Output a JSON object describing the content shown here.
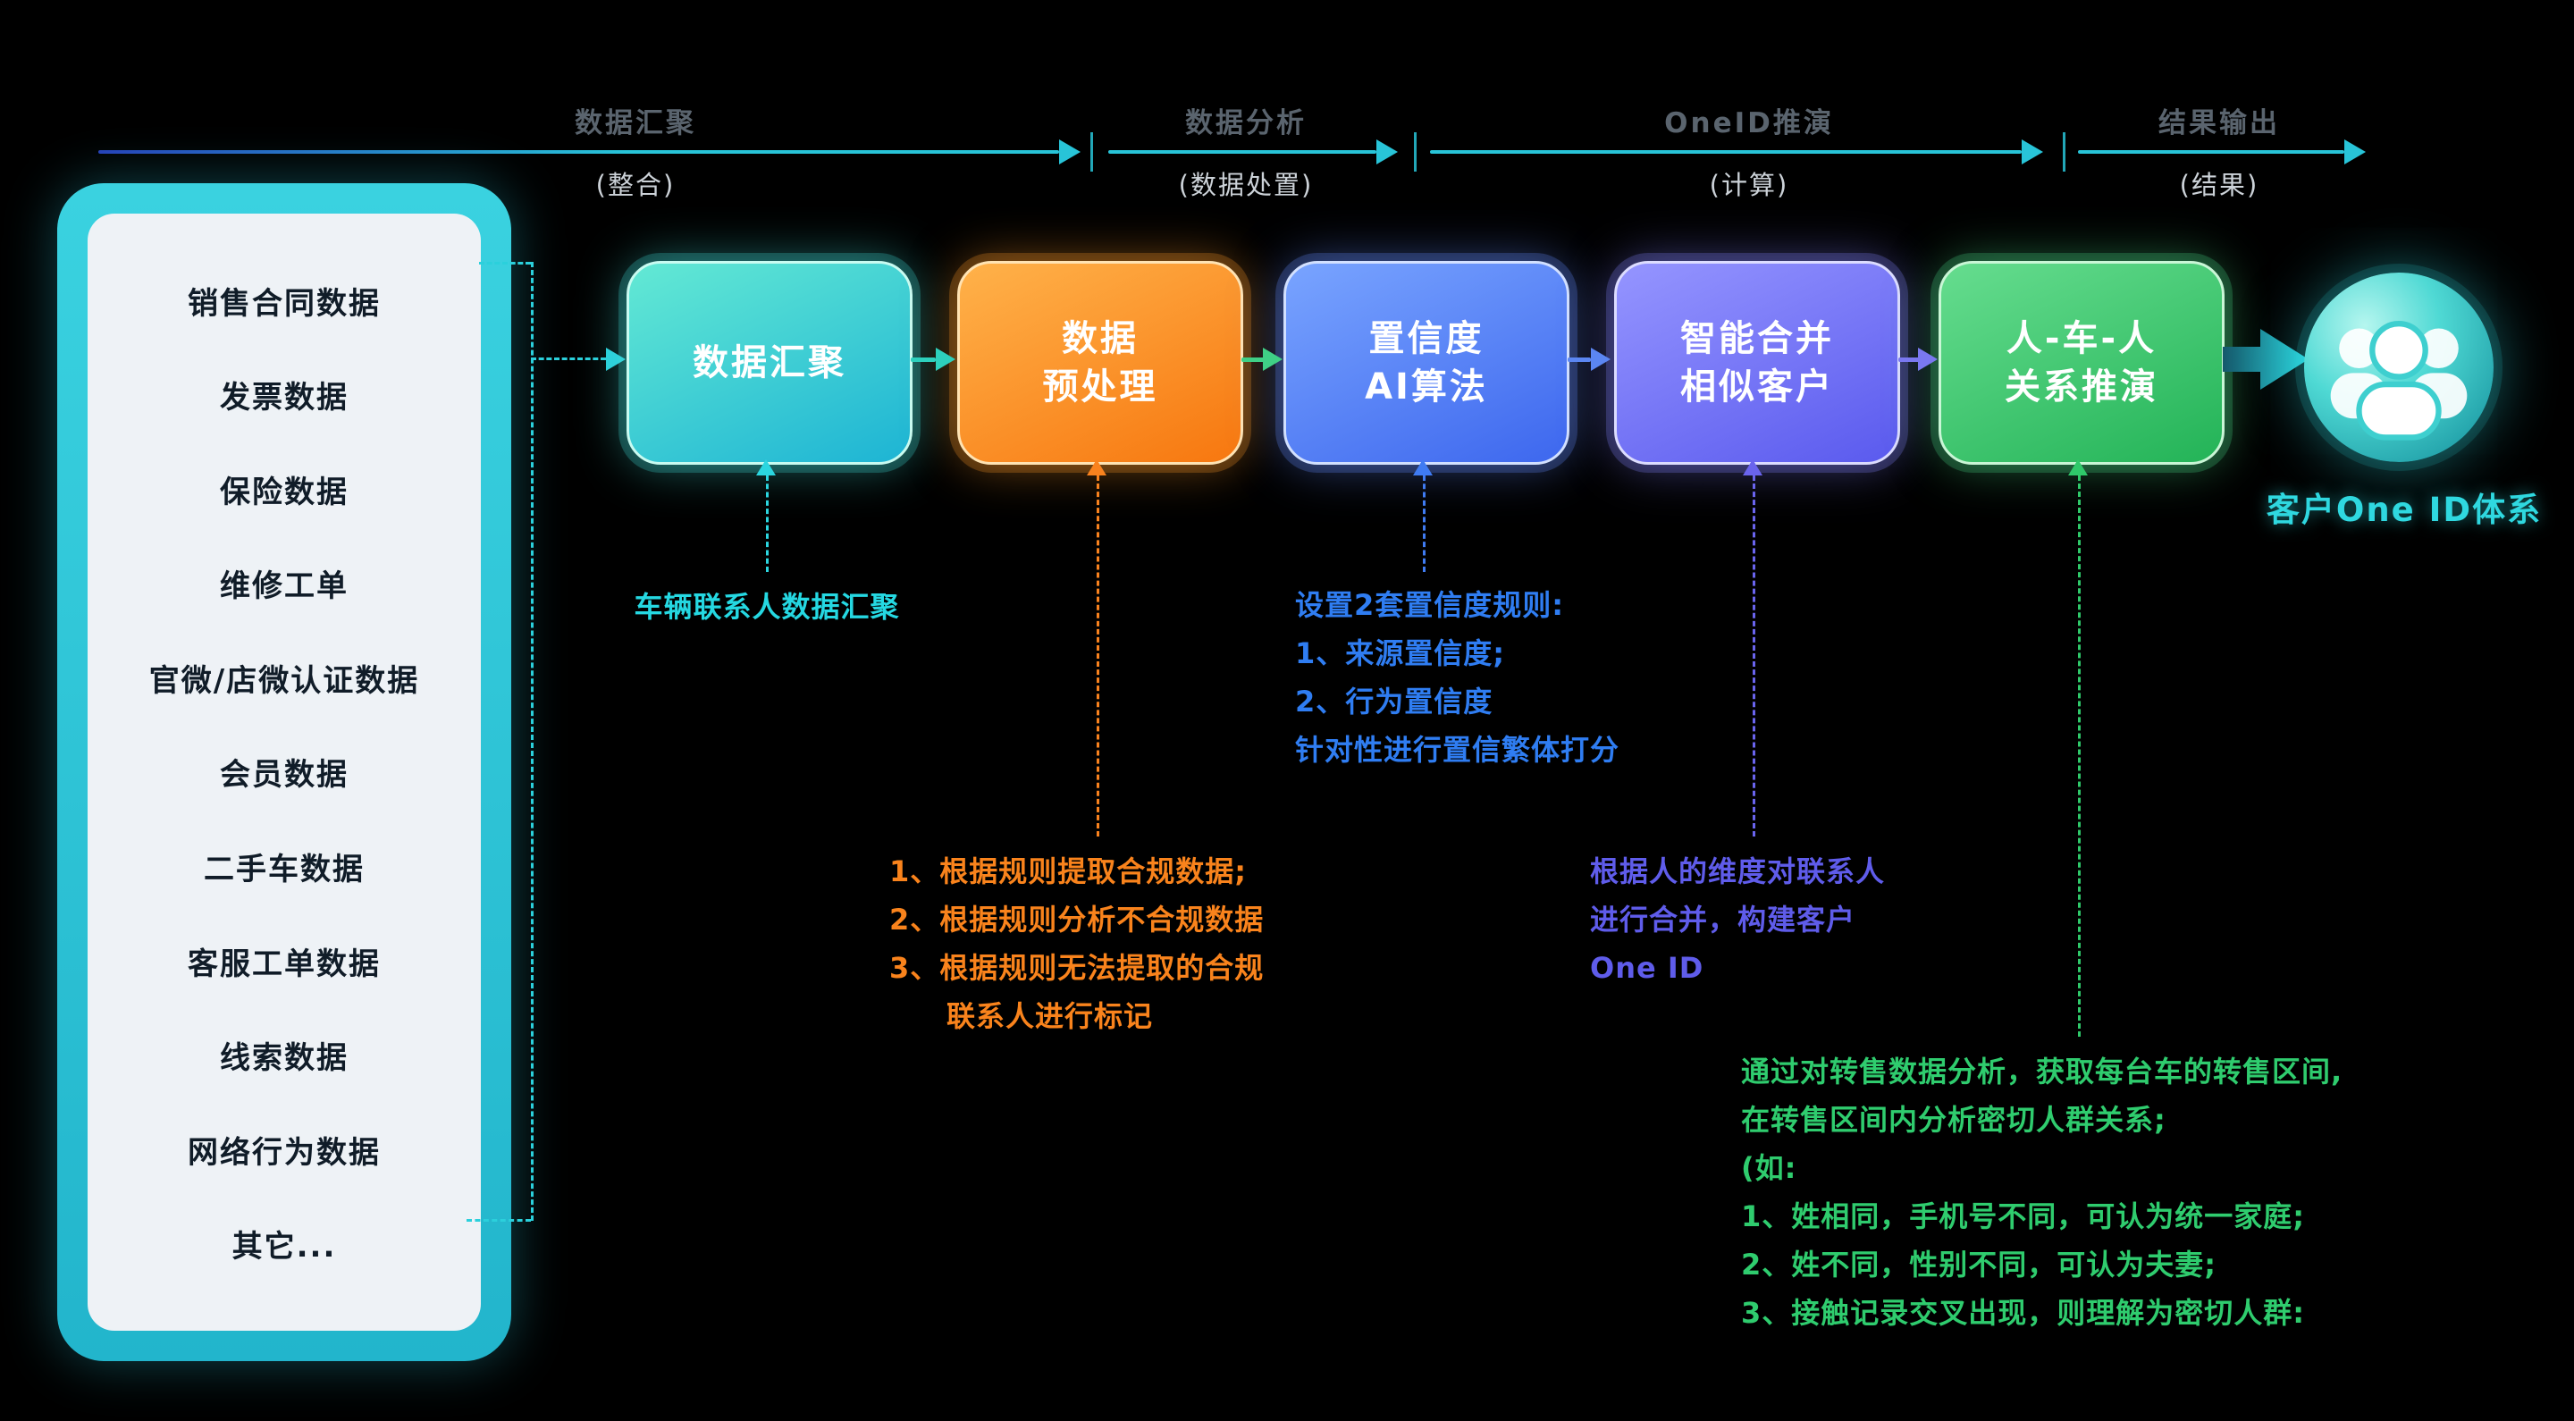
{
  "phases": [
    {
      "label": "数据汇聚",
      "sub": "(整合)"
    },
    {
      "label": "数据分析",
      "sub": "(数据处置)"
    },
    {
      "label": "OneID推演",
      "sub": "(计算)"
    },
    {
      "label": "结果输出",
      "sub": "(结果)"
    }
  ],
  "sources": {
    "items": [
      "销售合同数据",
      "发票数据",
      "保险数据",
      "维修工单",
      "官微/店微认证数据",
      "会员数据",
      "二手车数据",
      "客服工单数据",
      "线索数据",
      "网络行为数据",
      "其它..."
    ]
  },
  "steps": [
    {
      "line1": "数据汇聚",
      "line2": "",
      "color": "#2fd0c8"
    },
    {
      "line1": "数据",
      "line2": "预处理",
      "color": "#f7870f"
    },
    {
      "line1": "置信度",
      "line2": "AI算法",
      "color": "#3d67ee"
    },
    {
      "line1": "智能合并",
      "line2": "相似客户",
      "color": "#5a5aee"
    },
    {
      "line1": "人-车-人",
      "line2": "关系推演",
      "color": "#23b357"
    }
  ],
  "result": {
    "label": "客户One ID体系",
    "accent": "#2fd8e0"
  },
  "annotations": {
    "step1": {
      "color": "#25d8e2",
      "lines": [
        "车辆联系人数据汇聚"
      ]
    },
    "step2": {
      "color": "#f9831c",
      "lines": [
        "1、根据规则提取合规数据;",
        "2、根据规则分析不合规数据",
        "3、根据规则无法提取的合规",
        "联系人进行标记"
      ]
    },
    "step3": {
      "color": "#2f7df2",
      "lines": [
        "设置2套置信度规则:",
        "1、来源置信度;",
        "2、行为置信度",
        "针对性进行置信繁体打分"
      ]
    },
    "step4": {
      "color": "#5f5cea",
      "lines": [
        "根据人的维度对联系人",
        "进行合并，构建客户",
        "One ID"
      ]
    },
    "step5": {
      "color": "#2fcc6e",
      "lines": [
        "通过对转售数据分析，获取每台车的转售区间,",
        "在转售区间内分析密切人群关系;",
        "(如:",
        "1、姓相同，手机号不同，可认为统一家庭;",
        "2、姓不同，性别不同，可认为夫妻;",
        "3、接触记录交叉出现，则理解为密切人群:"
      ]
    }
  }
}
